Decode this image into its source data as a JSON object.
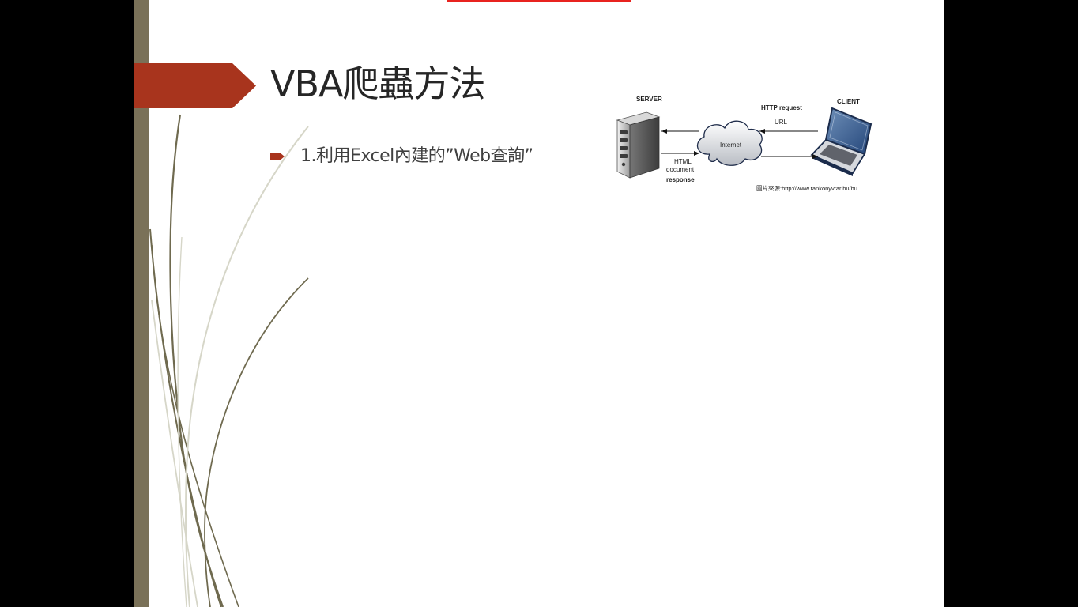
{
  "slide": {
    "title": "VBA爬蟲方法",
    "bullets": [
      {
        "text": "1.利用Excel內建的”Web查詢”"
      }
    ]
  },
  "diagram": {
    "server_label": "SERVER",
    "client_label": "CLIENT",
    "http_request_label": "HTTP request",
    "url_label": "URL",
    "internet_label": "Internet",
    "html_label": "HTML",
    "document_label": "document",
    "response_label": "response",
    "source_credit": "圖片來源:http://www.tankonyvtar.hu/hu"
  },
  "colors": {
    "frame_background": "#000000",
    "slide_background": "#ffffff",
    "side_bar": "#7a7158",
    "title_arrow": "#a8341d",
    "bullet_marker": "#a8341d",
    "top_accent": "#e8231f",
    "title_text": "#262626",
    "body_text": "#404040",
    "curve_dark": "#6f6a4f",
    "curve_light": "#d6d6c8"
  },
  "icons": {
    "bullet": "arrow-bullet-icon",
    "server": "server-tower-icon",
    "cloud": "internet-cloud-icon",
    "laptop": "laptop-icon"
  }
}
